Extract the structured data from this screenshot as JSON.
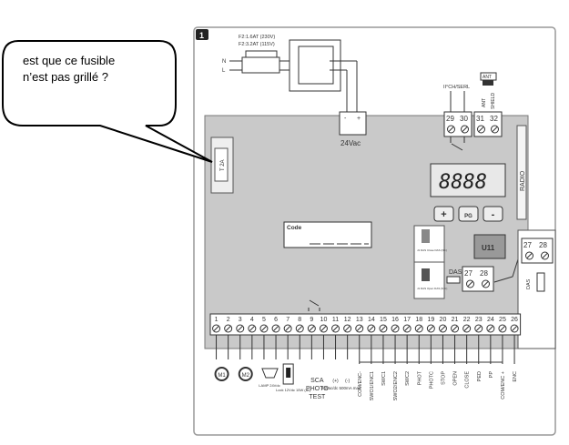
{
  "figure_number": "1",
  "bubble": {
    "line1": "est que ce fusible",
    "line2": "n’est pas grillé ?"
  },
  "mains_fuse": {
    "line1": "F2:1.6AT (230V)",
    "line2": "F2:3.2AT (115V)",
    "n": "N",
    "l": "L"
  },
  "fuse_label": "T 2A",
  "power_terminal": {
    "minus": "-",
    "plus": "+",
    "label": "24Vac"
  },
  "top_terminals": {
    "numbers": [
      "29",
      "30",
      "31",
      "32"
    ],
    "label_29_30": "II°CH/SERL",
    "ant": "ANT",
    "ant_wire": "ANT",
    "shield": "SHIELD"
  },
  "display": {
    "digits": "8888",
    "buttons": [
      "+",
      "PG",
      "-"
    ]
  },
  "radio_label": "RADIO",
  "u11": "U11",
  "code_label": "Code",
  "jumpers": {
    "top": "J1 DAS Close DAS (NC)",
    "bottom": "J1 DAS Open DAS (N.C)"
  },
  "das": {
    "label": "DAS",
    "numbers": [
      "27",
      "28"
    ]
  },
  "callout": {
    "numbers": [
      "27",
      "28"
    ],
    "label": "DAS"
  },
  "terminals": [
    "1",
    "2",
    "3",
    "4",
    "5",
    "6",
    "7",
    "8",
    "9",
    "10",
    "11",
    "12",
    "13",
    "14",
    "15",
    "16",
    "17",
    "18",
    "19",
    "20",
    "21",
    "22",
    "23",
    "24",
    "25",
    "26"
  ],
  "bottom_left": {
    "m1": "M1",
    "m2": "M2",
    "lamp": "LAMP 24Vdc",
    "lock": "Lock 12Vdc 15W (ac)",
    "sca": "SCA",
    "photo": "PHOTO",
    "test": "TEST",
    "power_out": "24Vac/dc 500mA max",
    "pm1": "(+)",
    "pm2": "(-)"
  },
  "bottom_labels": [
    "COM/ENC-",
    "SWO1/ENC1",
    "SWC1",
    "SWO2/ENC2",
    "SWC2",
    "PHOT",
    "PHOTC",
    "STOP",
    "OPEN",
    "CLOSE",
    "PED",
    "PP",
    "COM/ENC +",
    "ENC"
  ]
}
